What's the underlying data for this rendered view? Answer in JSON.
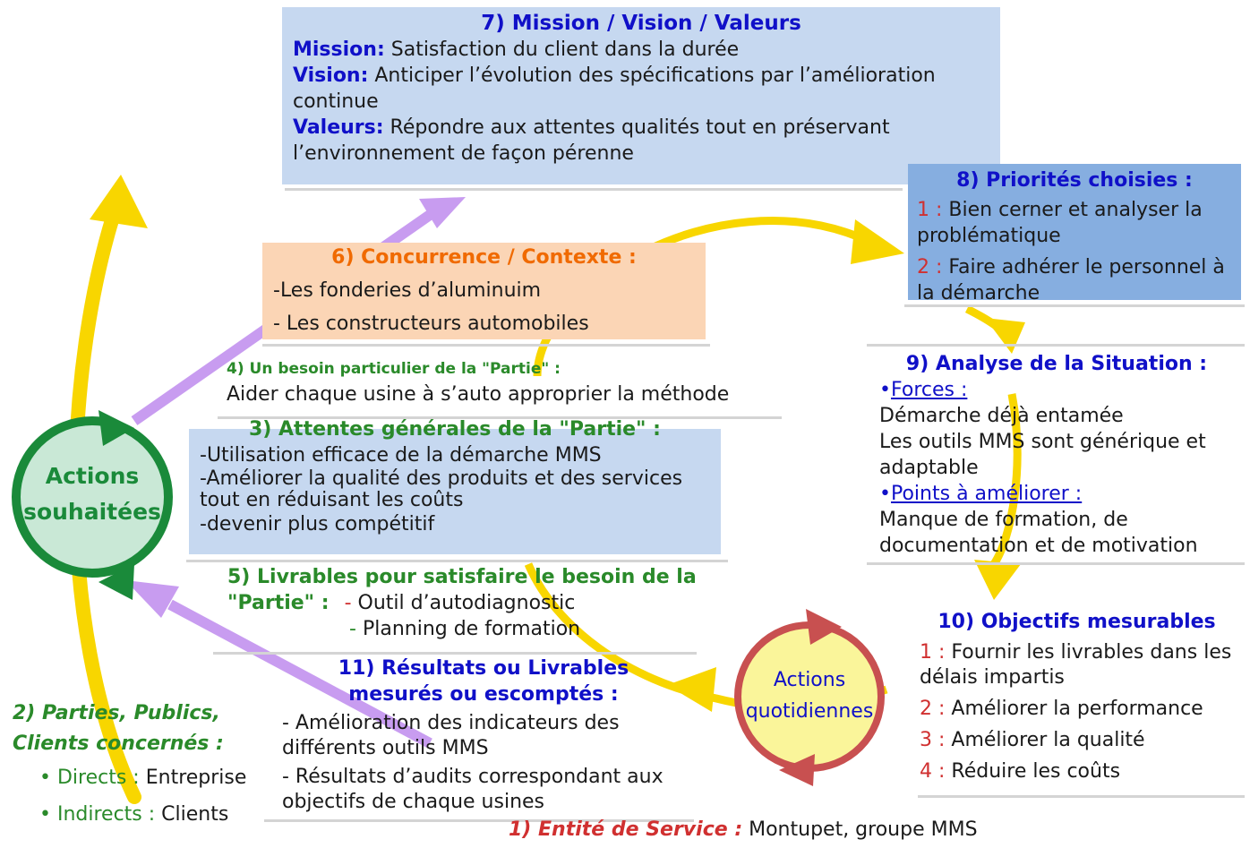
{
  "mission_block": {
    "title": "7) Mission / Vision / Valeurs",
    "mission_label": "Mission:",
    "mission_text": " Satisfaction du client dans la durée",
    "vision_label": "Vision:",
    "vision_text": " Anticiper l’évolution des spécifications par l’amélioration continue",
    "valeurs_label": "Valeurs:",
    "valeurs_text": " Répondre aux attentes qualités tout en préservant l’environnement de façon pérenne"
  },
  "priorites": {
    "title": "8) Priorités choisies :",
    "items": [
      {
        "num": "1 :",
        "text": " Bien cerner et analyser la problématique"
      },
      {
        "num": "2 :",
        "text": " Faire adhérer le personnel à la démarche"
      }
    ]
  },
  "concurrence": {
    "title": "6) Concurrence / Contexte :",
    "lines": [
      "-Les fonderies d’aluminuim",
      "- Les constructeurs automobiles"
    ]
  },
  "besoin": {
    "title": "4) Un besoin particulier de la \"Partie\" :",
    "text": "Aider chaque usine à s’auto approprier la méthode"
  },
  "attentes": {
    "title": "3) Attentes générales de la \"Partie\" :",
    "lines": [
      "-Utilisation efficace de la démarche MMS",
      "-Améliorer la qualité des produits et des services tout en réduisant les coûts",
      "-devenir plus compétitif"
    ]
  },
  "analyse": {
    "title": "9) Analyse de la Situation :",
    "forces_label": "Forces :",
    "forces_lines": [
      "Démarche déjà entamée",
      "Les outils MMS sont générique et adaptable"
    ],
    "ameliorer_label": "Points à améliorer :",
    "ameliorer_text": " Manque de formation, de documentation et de motivation"
  },
  "livrables": {
    "title_a": "5) Livrables pour satisfaire le besoin de la",
    "title_b": "\"Partie\" :",
    "dash": "-",
    "items": [
      "Outil d’autodiagnostic",
      "Planning de formation"
    ]
  },
  "resultats": {
    "title": "11) Résultats ou Livrables mesurés ou escomptés :",
    "lines": [
      "- Amélioration des indicateurs des différents outils MMS",
      "- Résultats d’audits correspondant aux objectifs de chaque usines"
    ]
  },
  "objectifs": {
    "title": "10) Objectifs mesurables",
    "items": [
      {
        "num": "1 :",
        "text": " Fournir les livrables dans les délais impartis"
      },
      {
        "num": "2 :",
        "text": " Améliorer la performance"
      },
      {
        "num": "3 :",
        "text": " Améliorer la qualité"
      },
      {
        "num": "4 :",
        "text": " Réduire les coûts"
      }
    ]
  },
  "parties": {
    "title_a": "2) Parties, Publics,",
    "title_b": "Clients concernés :",
    "items": [
      {
        "label": "Directs :",
        "value": " Entreprise"
      },
      {
        "label": "Indirects :",
        "value": " Clients"
      }
    ]
  },
  "entite": {
    "label": "1) Entité de Service :",
    "value": " Montupet, groupe MMS"
  },
  "cycle_left": {
    "line1": "Actions",
    "line2": "souhaitées"
  },
  "cycle_right": {
    "line1": "Actions",
    "line2": "quotidiennes"
  },
  "colors": {
    "yellow": "#f8d600",
    "purple": "#c89cf0",
    "green": "#1a8a3a",
    "red": "#c85050",
    "blue_box": "#c6d8f0",
    "orange_box": "#fbd5b5",
    "dark_blue_box": "#86aee0"
  }
}
